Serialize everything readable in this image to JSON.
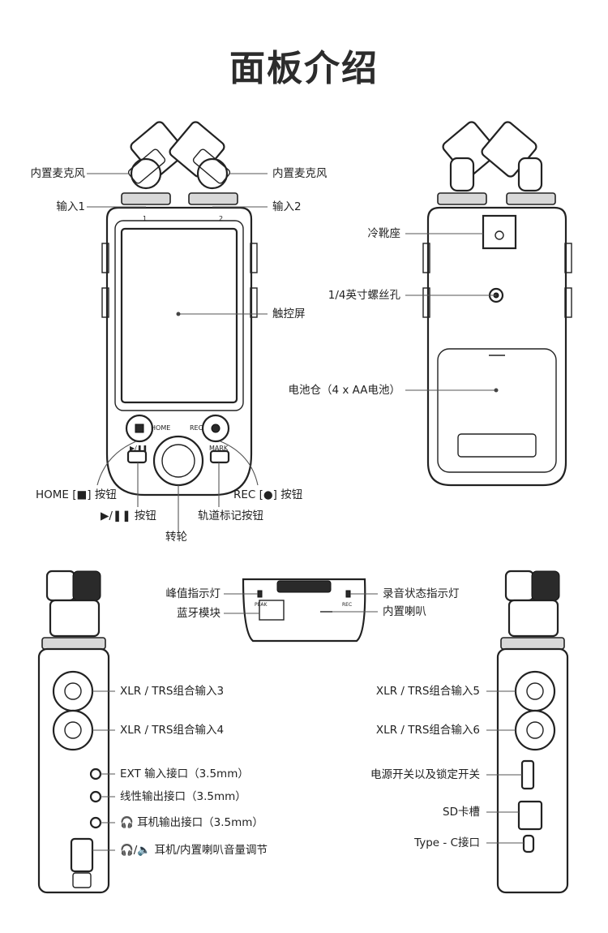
{
  "title": "面板介绍",
  "front": {
    "mic_left": "内置麦克风",
    "mic_right": "内置麦克风",
    "input1": "输入1",
    "input2": "输入2",
    "touchscreen": "触控屏",
    "home_button": "HOME [■] 按钮",
    "play_pause_button": "▶/❚❚ 按钮",
    "rec_button": "REC [●] 按钮",
    "mark_button": "轨道标记按钮",
    "wheel": "转轮",
    "silk_home": "HOME",
    "silk_rec": "REC",
    "silk_play": "▶/❚❚",
    "silk_mark": "MARK",
    "silk_in1": "1",
    "silk_in2": "2"
  },
  "back": {
    "cold_shoe": "冷靴座",
    "tripod_hole": "1/4英寸螺丝孔",
    "battery": "电池仓（4 x AA电池）"
  },
  "top": {
    "peak_led": "峰值指示灯",
    "bluetooth": "蓝牙模块",
    "rec_led": "录音状态指示灯",
    "speaker": "内置喇叭",
    "silk_peak": "PEAK",
    "silk_rec": "REC"
  },
  "left_side": {
    "xlr3": "XLR / TRS组合输入3",
    "xlr4": "XLR / TRS组合输入4",
    "ext_in": "EXT 输入接口（3.5mm）",
    "line_out": "线性输出接口（3.5mm）",
    "headphone_out": "🎧 耳机输出接口（3.5mm）",
    "volume": "🎧/🔈 耳机/内置喇叭音量调节"
  },
  "right_side": {
    "xlr5": "XLR / TRS组合输入5",
    "xlr6": "XLR / TRS组合输入6",
    "power_switch": "电源开关以及锁定开关",
    "sd_slot": "SD卡槽",
    "usb_c": "Type - C接口"
  },
  "colors": {
    "line": "#222222",
    "leader": "#555555",
    "text": "#222222"
  }
}
